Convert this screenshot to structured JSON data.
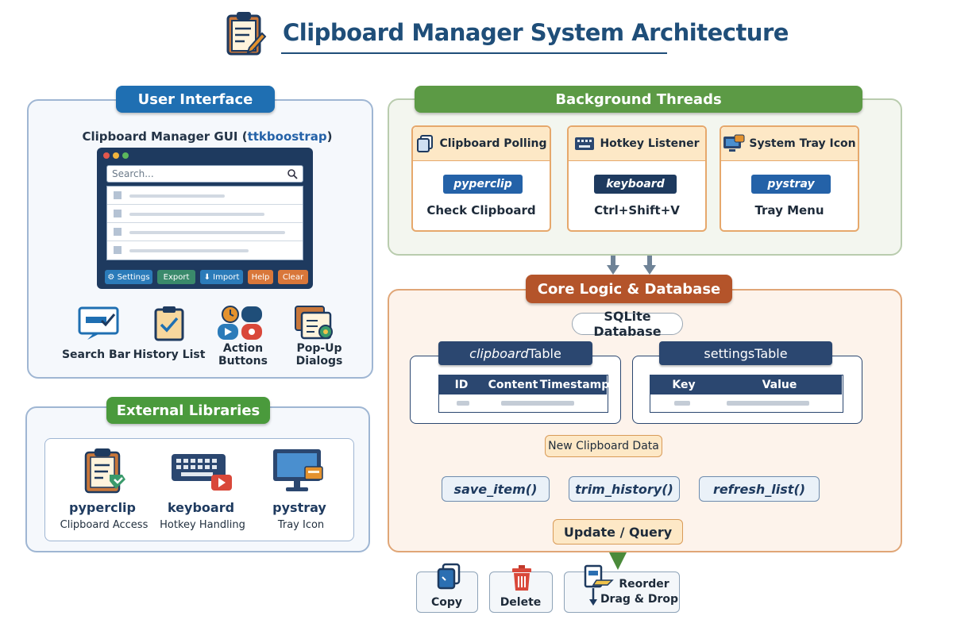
{
  "title": "Clipboard Manager System Architecture",
  "ui": {
    "header": "User Interface",
    "gui_caption_prefix": "Clipboard Manager GUI (",
    "gui_caption_lib": "ttkboostrap",
    "gui_caption_suffix": ")",
    "search_placeholder": "Search...",
    "buttons": [
      {
        "label": "Settings",
        "color": "#2b7bb9"
      },
      {
        "label": "Export",
        "color": "#3a8a6b"
      },
      {
        "label": "Import",
        "color": "#2b7bb9"
      },
      {
        "label": "Help",
        "color": "#d9773a"
      },
      {
        "label": "Clear",
        "color": "#d9773a"
      }
    ],
    "components": [
      {
        "label": "Search Bar",
        "icon": "search-bar-icon"
      },
      {
        "label": "History List",
        "icon": "history-list-icon"
      },
      {
        "label": "Action Buttons",
        "icon": "action-buttons-icon"
      },
      {
        "label": "Pop-Up Dialogs",
        "icon": "popup-dialogs-icon"
      }
    ]
  },
  "external": {
    "header": "External Libraries",
    "libs": [
      {
        "name": "pyperclip",
        "desc": "Clipboard Access",
        "icon": "clipboard-icon"
      },
      {
        "name": "keyboard",
        "desc": "Hotkey Handling",
        "icon": "keyboard-icon"
      },
      {
        "name": "pystray",
        "desc": "Tray Icon",
        "icon": "monitor-icon"
      }
    ]
  },
  "background": {
    "header": "Background Threads",
    "threads": [
      {
        "title": "Clipboard Polling",
        "lib": "pyperclip",
        "lib_color": "#2462a8",
        "sub": "Check Clipboard",
        "icon": "copy-pages-icon"
      },
      {
        "title": "Hotkey Listener",
        "lib": "keyboard",
        "lib_color": "#1e3a5f",
        "sub": "Ctrl+Shift+V",
        "icon": "keyboard-icon"
      },
      {
        "title": "System Tray Icon",
        "lib": "pystray",
        "lib_color": "#2462a8",
        "sub": "Tray Menu",
        "icon": "tray-icon"
      }
    ]
  },
  "core": {
    "header": "Core Logic & Database",
    "sqlite": "SQLite Database",
    "clipboard_table": {
      "title_italic": "clipboard",
      "title_rest": " Table",
      "columns": [
        "ID",
        "Content",
        "Timestamp"
      ]
    },
    "settings_table": {
      "title_italic": "settings",
      "title_rest": " Table",
      "columns": [
        "Key",
        "Value"
      ]
    },
    "new_data": "New Clipboard Data",
    "functions": [
      "save_item()",
      "trim_history()",
      "refresh_list()"
    ],
    "update": "Update / Query"
  },
  "actions": [
    {
      "label": "Copy",
      "icon": "copy-icon"
    },
    {
      "label": "Delete",
      "icon": "trash-icon"
    },
    {
      "label_line1": "Reorder",
      "label_line2": "Drag & Drop",
      "icon": "drag-drop-icon"
    }
  ],
  "colors": {
    "ui_blue": "#1f6fb2",
    "green": "#4a9a3c",
    "core_orange": "#b4542a",
    "navy": "#1e3a5f"
  }
}
